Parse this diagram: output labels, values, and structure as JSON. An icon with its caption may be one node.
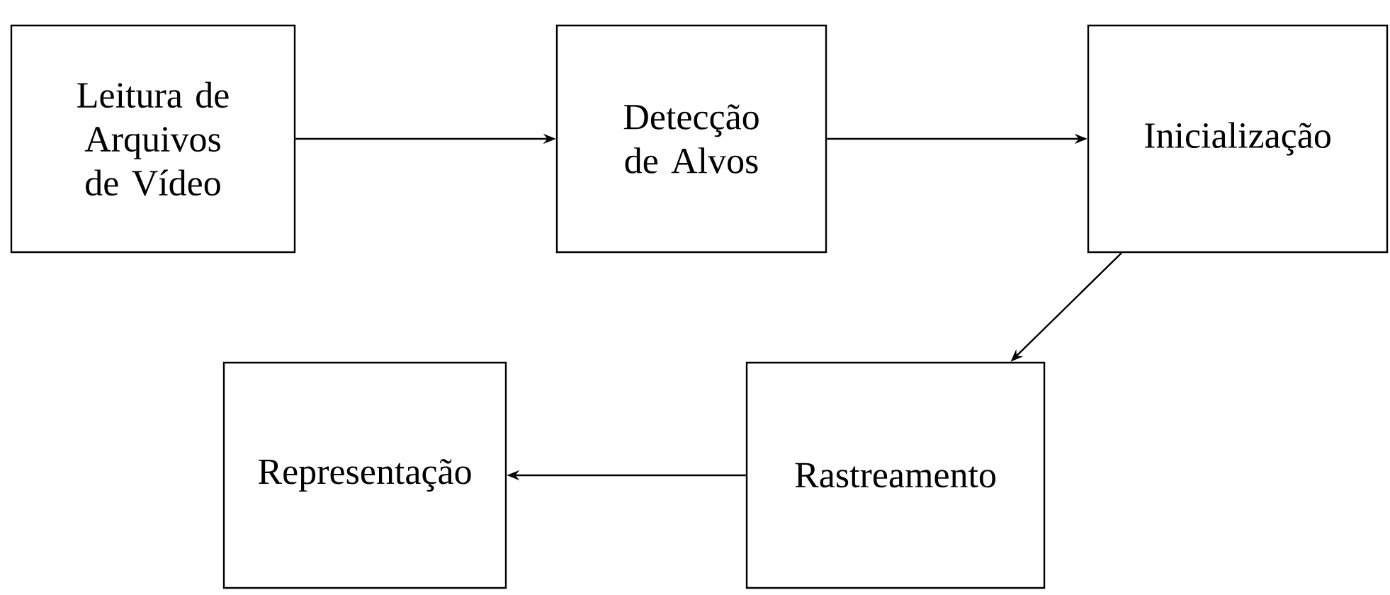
{
  "diagram": {
    "nodes": [
      {
        "text": [
          "Leitura de Arquivos de Vídeo"
        ]
      },
      {
        "text": [
          "Detecção de Alvos"
        ]
      },
      {
        "text": [
          "Inicialização"
        ]
      },
      {
        "text": [
          "Representação"
        ]
      },
      {
        "text": [
          "Rastreamento"
        ]
      }
    ],
    "edges": [
      {
        "from": 0,
        "to": 1,
        "arrow": "to"
      },
      {
        "from": 1,
        "to": 2,
        "arrow": "to"
      },
      {
        "from": 2,
        "to": 4,
        "arrow": "to"
      },
      {
        "from": 4,
        "to": 3,
        "arrow": "to"
      }
    ]
  }
}
